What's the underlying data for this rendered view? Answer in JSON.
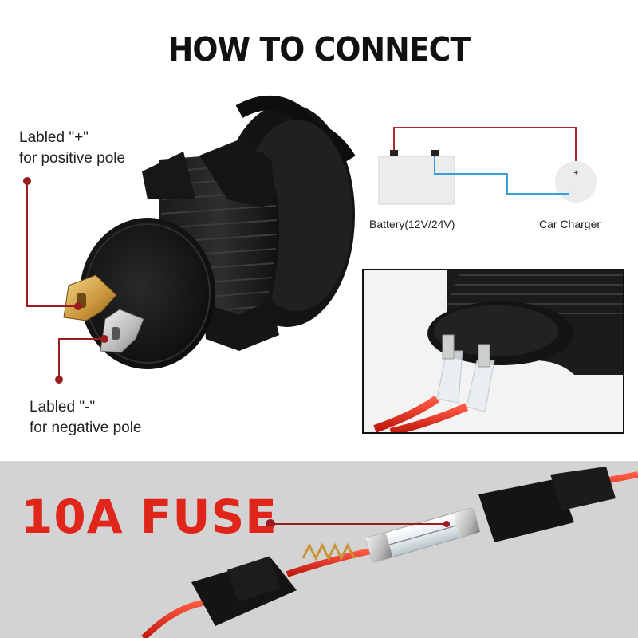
{
  "title": "HOW TO CONNECT",
  "annotations": {
    "positive": {
      "line1": "Labled \"+\"",
      "line2": "for positive pole"
    },
    "negative": {
      "line1": "Labled \"-\"",
      "line2": "for negative pole"
    }
  },
  "wiring": {
    "battery_label": "Battery(12V/24V)",
    "charger_label": "Car Charger",
    "battery_plus": "+",
    "battery_minus": "−",
    "charger_plus": "+",
    "charger_minus": "−"
  },
  "fuse": {
    "label": "10A FUSE"
  },
  "colors": {
    "positive_wire": "#b3262b",
    "negative_wire": "#3a9fd6",
    "fuse_text": "#e0261b",
    "callout": "#9b1b1f"
  }
}
